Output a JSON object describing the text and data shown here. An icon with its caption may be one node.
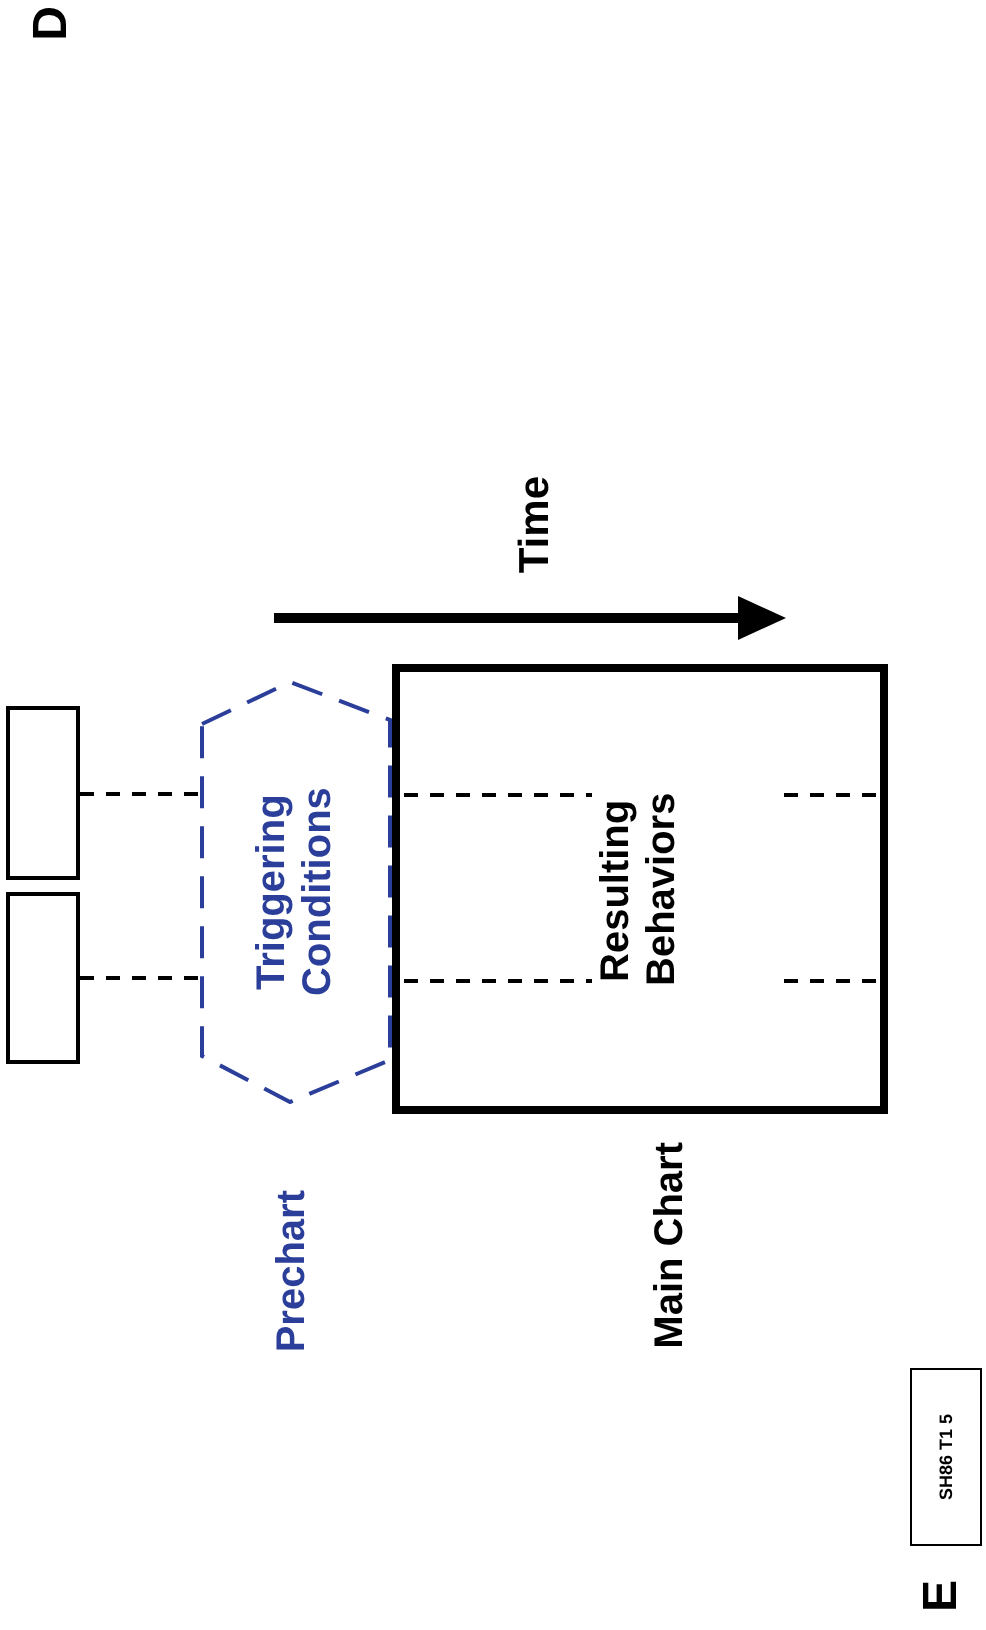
{
  "diagram": {
    "nodes": [
      {
        "text": [],
        "shape": "box"
      },
      {
        "text": [],
        "shape": "box"
      },
      {
        "text": [
          "Triggering Conditions"
        ],
        "beside": [
          "Prechart"
        ]
      },
      {
        "text": [
          "Resulting Behaviors"
        ],
        "beside": [
          "Main Chart"
        ]
      },
      {
        "text": [
          "SH86 T1 5"
        ]
      }
    ],
    "edges": [
      {
        "from": 0,
        "to": 2,
        "arrow": "none",
        "style": "dashed"
      },
      {
        "from": 1,
        "to": 2,
        "arrow": "none",
        "style": "dashed"
      }
    ],
    "labels": [
      "D",
      "Time",
      "E"
    ]
  }
}
